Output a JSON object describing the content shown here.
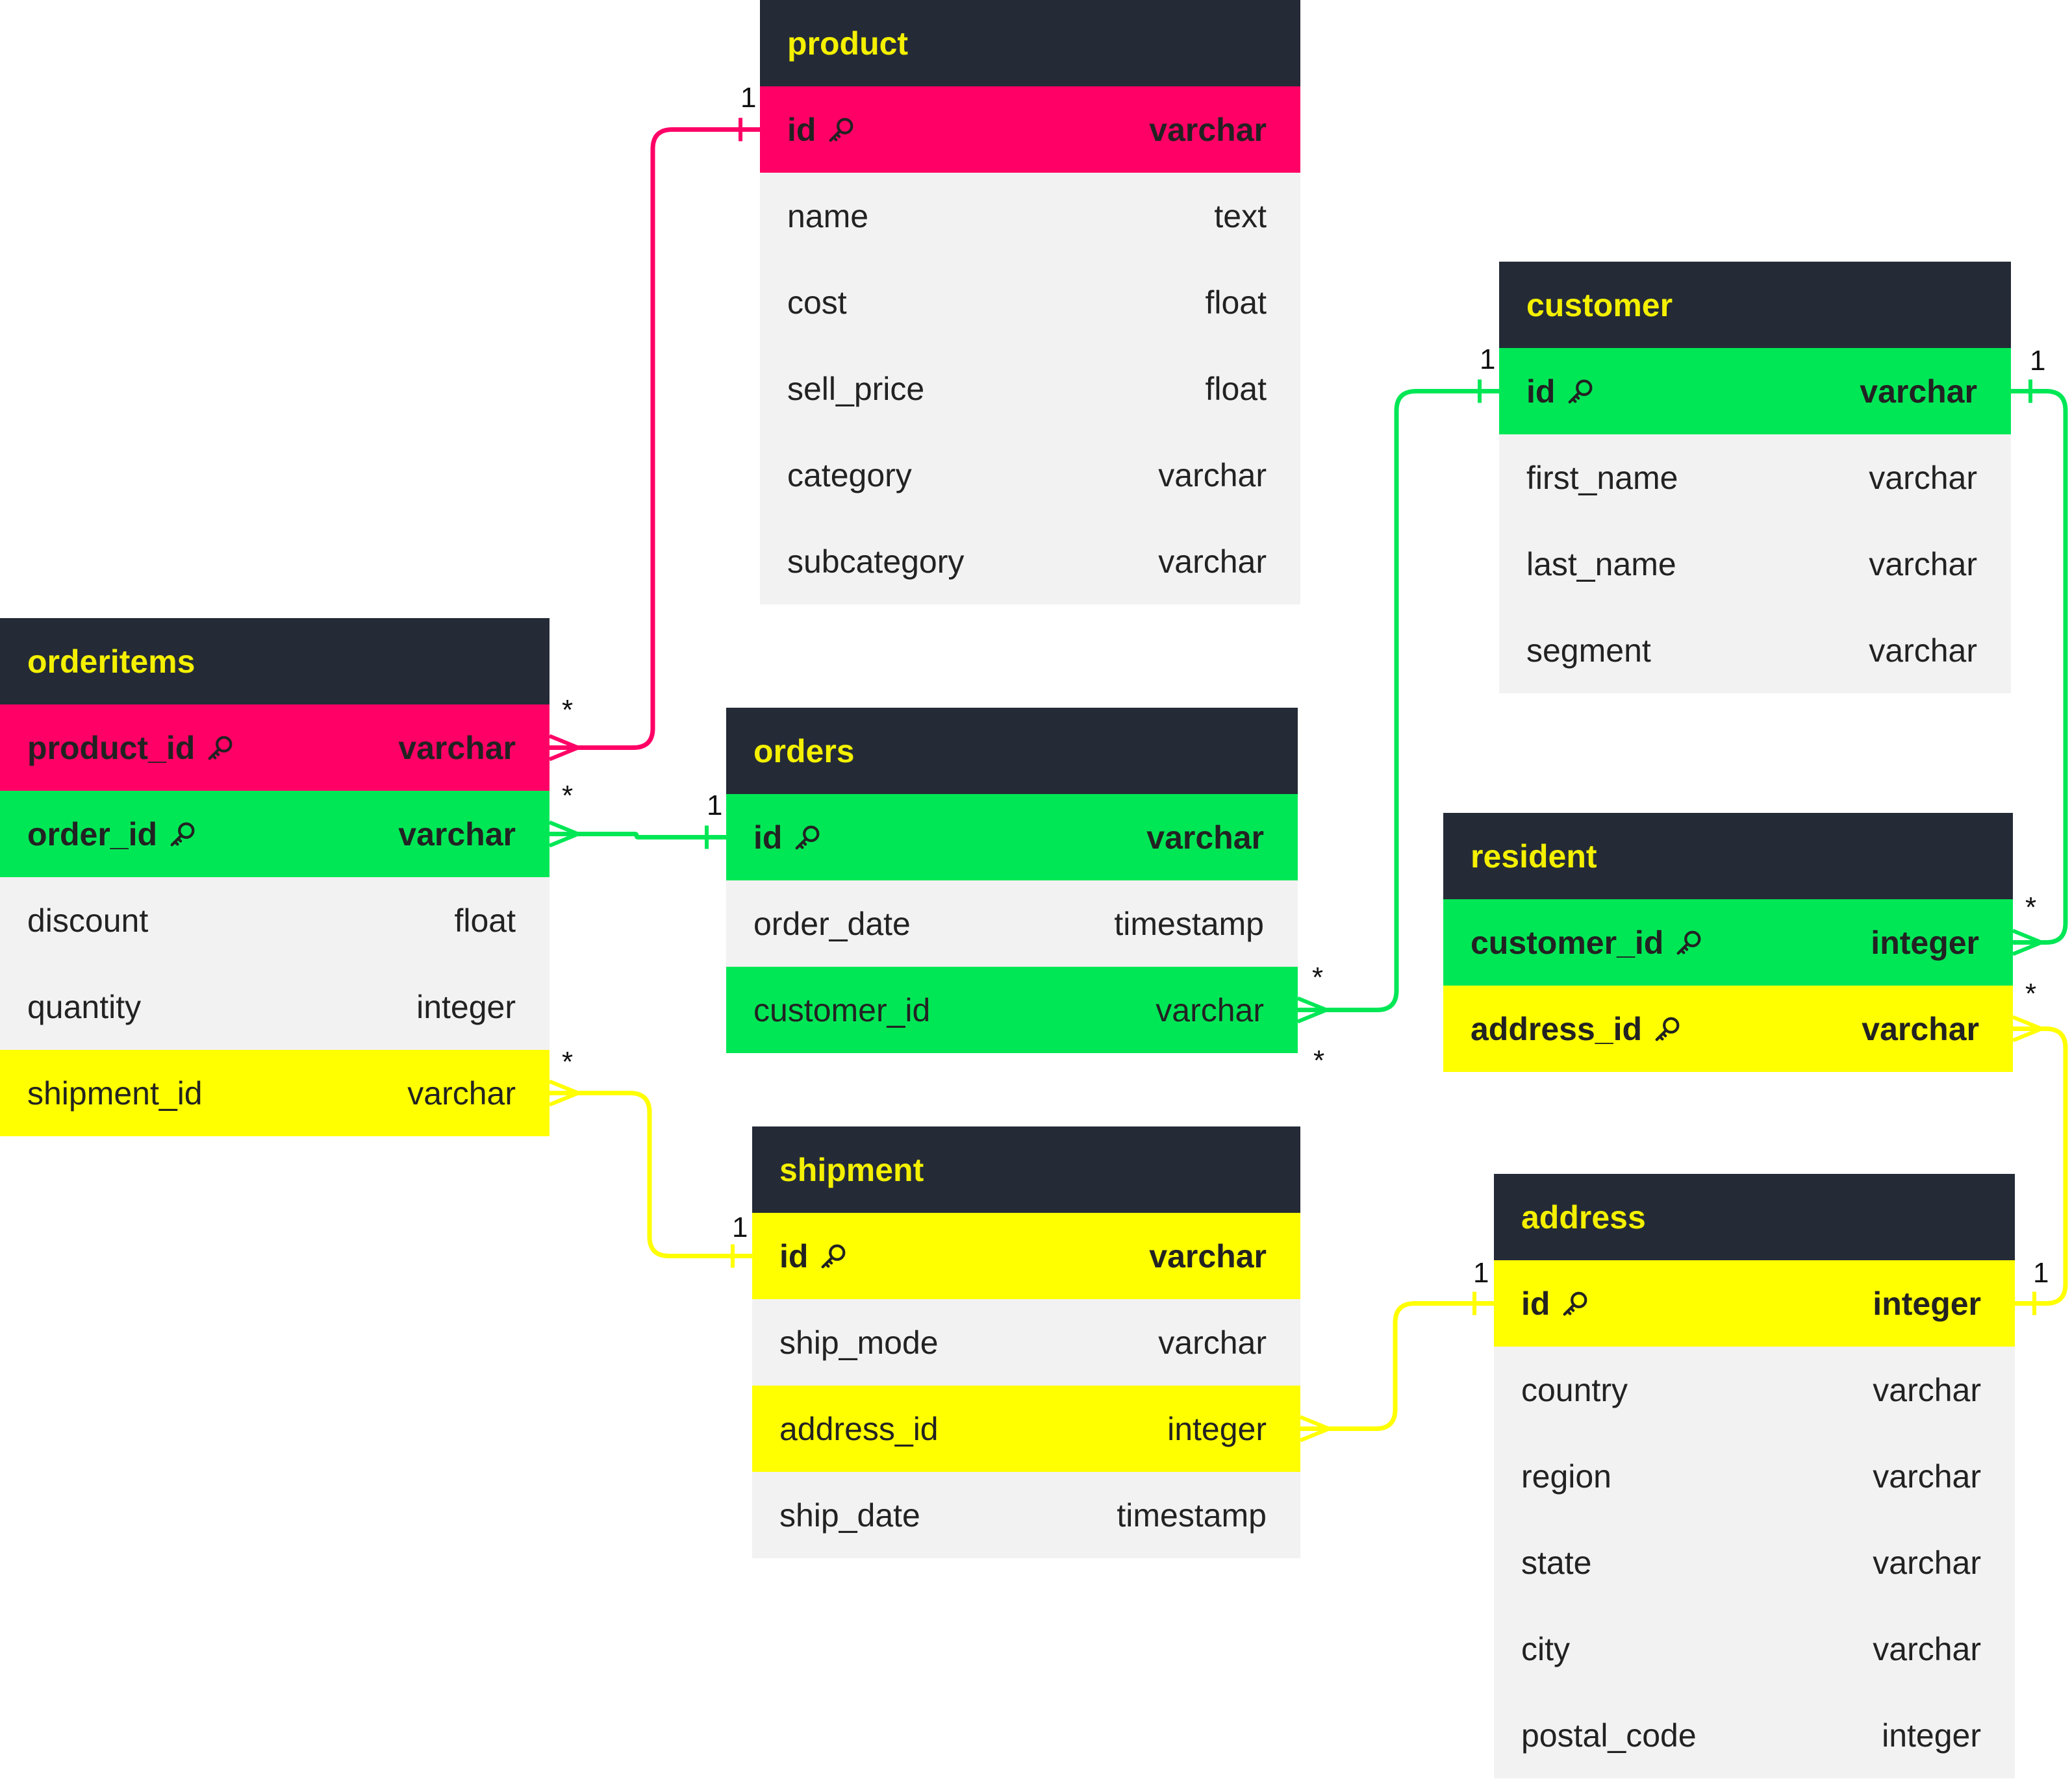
{
  "colors": {
    "header_bg": "#242b36",
    "header_text": "#f4f000",
    "row_bg": "#f2f2f2",
    "pink": "#ff0066",
    "green": "#00e756",
    "yellow": "#ffff00"
  },
  "tables": {
    "product": {
      "name": "product",
      "rows": [
        {
          "col": "id",
          "type": "varchar",
          "key": true,
          "hl": "pink"
        },
        {
          "col": "name",
          "type": "text"
        },
        {
          "col": "cost",
          "type": "float"
        },
        {
          "col": "sell_price",
          "type": "float"
        },
        {
          "col": "category",
          "type": "varchar"
        },
        {
          "col": "subcategory",
          "type": "varchar"
        }
      ]
    },
    "customer": {
      "name": "customer",
      "rows": [
        {
          "col": "id",
          "type": "varchar",
          "key": true,
          "hl": "green"
        },
        {
          "col": "first_name",
          "type": "varchar"
        },
        {
          "col": "last_name",
          "type": "varchar"
        },
        {
          "col": "segment",
          "type": "varchar"
        }
      ]
    },
    "orderitems": {
      "name": "orderitems",
      "rows": [
        {
          "col": "product_id",
          "type": "varchar",
          "key": true,
          "hl": "pink"
        },
        {
          "col": "order_id",
          "type": "varchar",
          "key": true,
          "hl": "green"
        },
        {
          "col": "discount",
          "type": "float"
        },
        {
          "col": "quantity",
          "type": "integer"
        },
        {
          "col": "shipment_id",
          "type": "varchar",
          "hl": "yellow"
        }
      ]
    },
    "orders": {
      "name": "orders",
      "rows": [
        {
          "col": "id",
          "type": "varchar",
          "key": true,
          "hl": "green"
        },
        {
          "col": "order_date",
          "type": "timestamp"
        },
        {
          "col": "customer_id",
          "type": "varchar",
          "hl": "green"
        }
      ]
    },
    "resident": {
      "name": "resident",
      "rows": [
        {
          "col": "customer_id",
          "type": "integer",
          "key": true,
          "hl": "green"
        },
        {
          "col": "address_id",
          "type": "varchar",
          "key": true,
          "hl": "yellow"
        }
      ]
    },
    "shipment": {
      "name": "shipment",
      "rows": [
        {
          "col": "id",
          "type": "varchar",
          "key": true,
          "hl": "yellow"
        },
        {
          "col": "ship_mode",
          "type": "varchar"
        },
        {
          "col": "address_id",
          "type": "integer",
          "hl": "yellow"
        },
        {
          "col": "ship_date",
          "type": "timestamp"
        }
      ]
    },
    "address": {
      "name": "address",
      "rows": [
        {
          "col": "id",
          "type": "integer",
          "key": true,
          "hl": "yellow"
        },
        {
          "col": "country",
          "type": "varchar"
        },
        {
          "col": "region",
          "type": "varchar"
        },
        {
          "col": "state",
          "type": "varchar"
        },
        {
          "col": "city",
          "type": "varchar"
        },
        {
          "col": "postal_code",
          "type": "integer"
        }
      ]
    }
  },
  "relations": [
    {
      "from": "orderitems.product_id",
      "to": "product.id",
      "many": "*",
      "one": "1",
      "color": "#ff0066"
    },
    {
      "from": "orderitems.order_id",
      "to": "orders.id",
      "many": "*",
      "one": "1",
      "color": "#00e756"
    },
    {
      "from": "orders.customer_id",
      "to": "customer.id",
      "many": "*",
      "one": "1",
      "color": "#00e756"
    },
    {
      "from": "resident.customer_id",
      "to": "customer.id",
      "many": "*",
      "one": "1",
      "color": "#00e756"
    },
    {
      "from": "orderitems.shipment_id",
      "to": "shipment.id",
      "many": "*",
      "one": "1",
      "color": "#ffff00"
    },
    {
      "from": "shipment.address_id",
      "to": "address.id",
      "many": "*",
      "one": "1",
      "color": "#ffff00"
    },
    {
      "from": "resident.address_id",
      "to": "address.id",
      "many": "*",
      "one": "1",
      "color": "#ffff00"
    }
  ]
}
